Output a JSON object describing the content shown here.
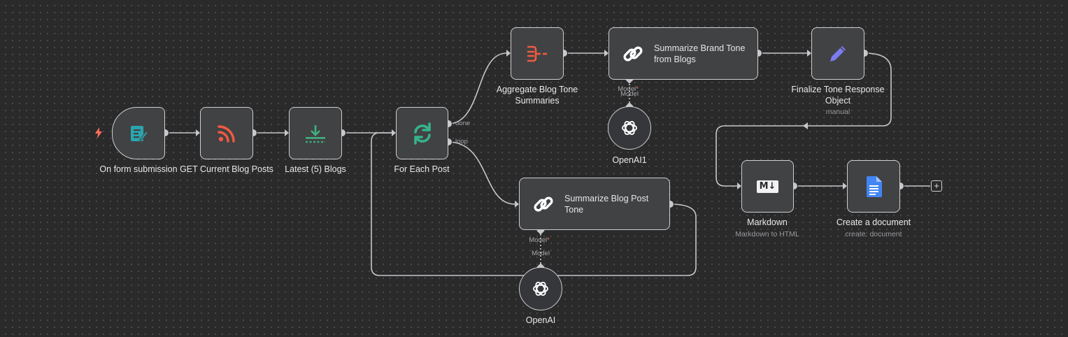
{
  "nodes": {
    "form_trigger": {
      "label": "On form submission",
      "icon": "form-icon",
      "color": "#2aa5ae"
    },
    "get_posts": {
      "label": "GET Current Blog Posts",
      "icon": "rss-icon",
      "color": "#f05a40"
    },
    "latest_blogs": {
      "label": "Latest (5) Blogs",
      "icon": "limit-icon",
      "color": "#3fb27f"
    },
    "for_each": {
      "label": "For Each Post",
      "icon": "loop-icon",
      "color": "#35b38a",
      "output_done": "done",
      "output_loop": "loop"
    },
    "aggregate": {
      "label": "Aggregate Blog Tone Summaries",
      "label_line1": "Aggregate Blog Tone",
      "label_line2": "Summaries",
      "icon": "aggregate-icon",
      "color": "#f05a40"
    },
    "summarize_brand": {
      "title_line1": "Summarize Brand Tone",
      "title_line2": "from Blogs",
      "icon": "chain-link-icon",
      "model_label": "Model",
      "model_required": "*",
      "model_input_label": "Model"
    },
    "finalize": {
      "label_line1": "Finalize Tone Response",
      "label_line2": "Object",
      "subtitle": "manual",
      "icon": "pencil-icon",
      "color": "#7b7bf0"
    },
    "summarize_post": {
      "title_line1": "Summarize Blog Post",
      "title_line2": "Tone",
      "icon": "chain-link-icon",
      "model_label": "Model",
      "model_required": "*",
      "model_input_label": "Model"
    },
    "openai1": {
      "label": "OpenAI1",
      "icon": "openai-icon"
    },
    "openai": {
      "label": "OpenAI",
      "icon": "openai-icon"
    },
    "markdown": {
      "label": "Markdown",
      "subtitle": "Markdown to HTML",
      "icon": "markdown-icon",
      "icon_text": "M↓"
    },
    "create_doc": {
      "label": "Create a document",
      "subtitle": "create: document",
      "icon": "google-docs-icon",
      "color": "#4285f4"
    }
  },
  "canvas": {
    "add_node_symbol": "+",
    "background": "#2a2a2b",
    "edge_color": "#c8c8cb"
  }
}
